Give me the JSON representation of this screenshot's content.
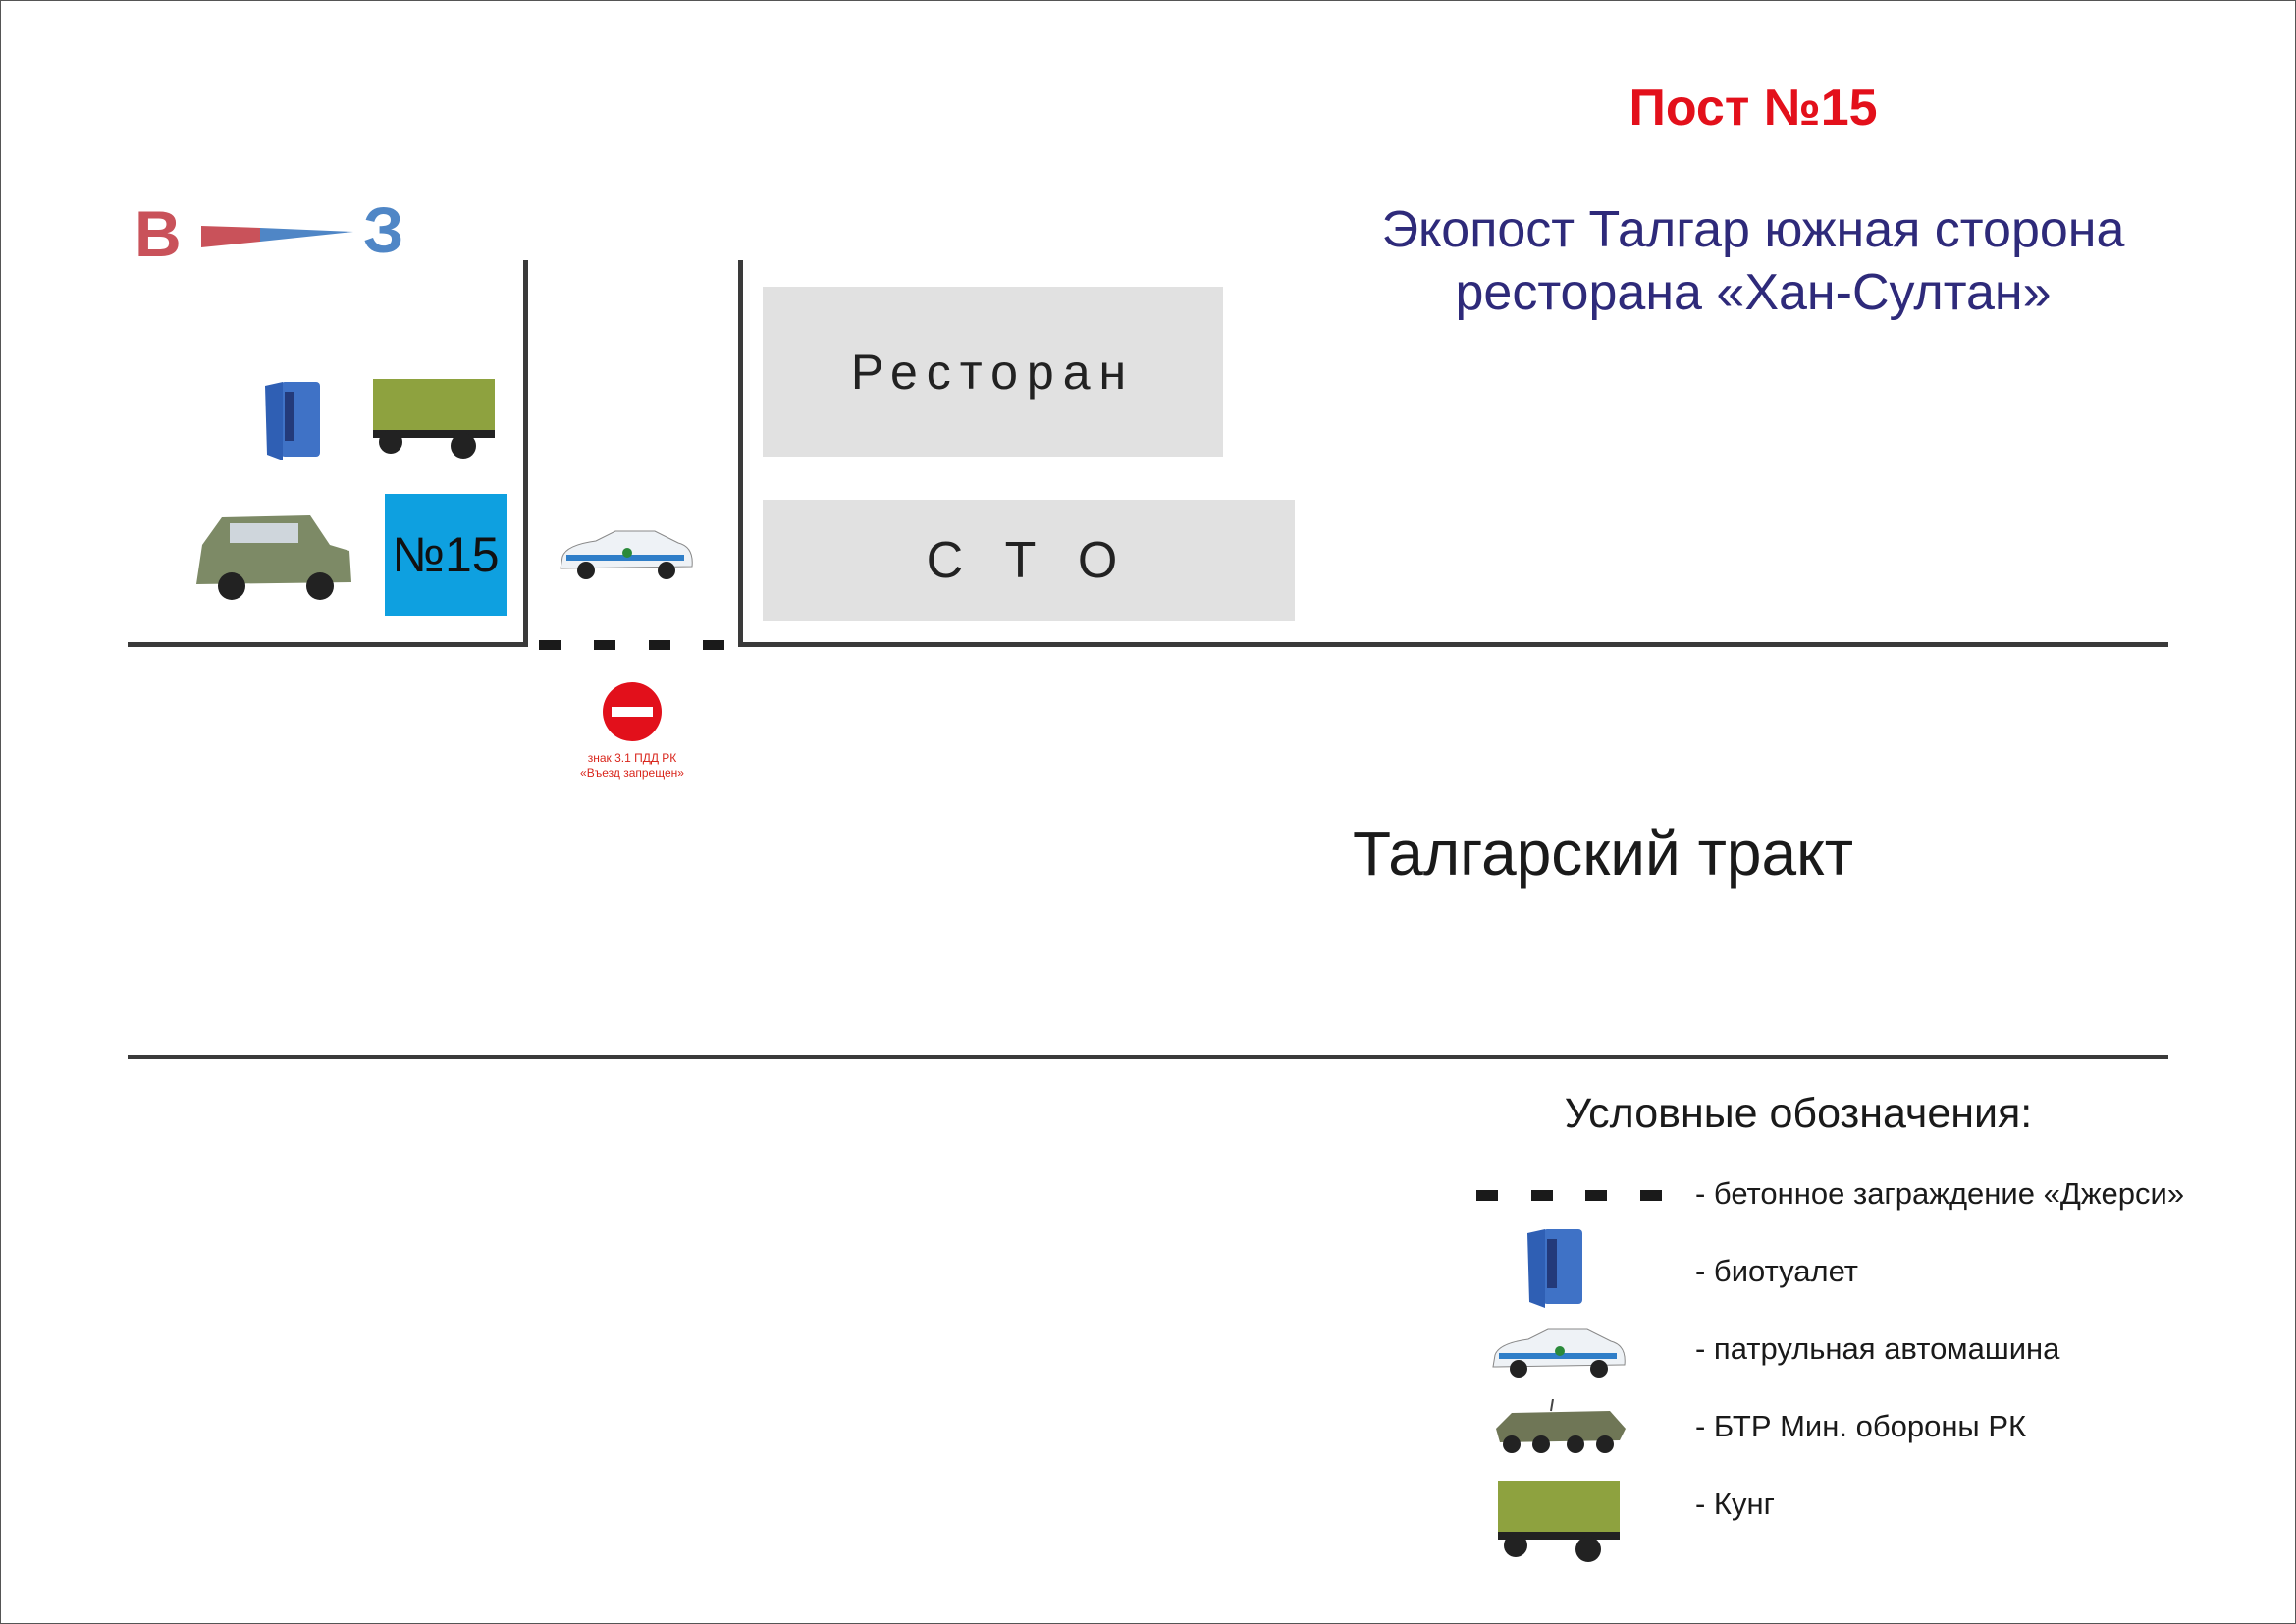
{
  "header": {
    "post_title": "Пост №15",
    "subtitle_line1": "Экопост Талгар южная сторона",
    "subtitle_line2": "ресторана «Хан-Султан»"
  },
  "compass": {
    "east": "В",
    "west": "З"
  },
  "map": {
    "restaurant_label": "Ресторан",
    "service_label": "С Т О",
    "post_label": "№15",
    "road_label": "Талгарский тракт",
    "sign_line1": "знак 3.1 ПДД РК",
    "sign_line2": "«Въезд запрещен»"
  },
  "legend": {
    "title": "Условные обозначения:",
    "items": [
      {
        "icon": "barrier-dashes-icon",
        "label": "- бетонное заграждение «Джерси»"
      },
      {
        "icon": "toilet-icon",
        "label": "- биотуалет"
      },
      {
        "icon": "police-car-icon",
        "label": "- патрульная автомашина"
      },
      {
        "icon": "apc-icon",
        "label": "- БТР Мин. обороны РК"
      },
      {
        "icon": "kung-trailer-icon",
        "label": "- Кунг"
      }
    ]
  },
  "colors": {
    "title": "#e3101b",
    "subtitle": "#2e2a7a",
    "post_box": "#0ea0e0",
    "east": "#c9525a",
    "west": "#4f86c6"
  }
}
